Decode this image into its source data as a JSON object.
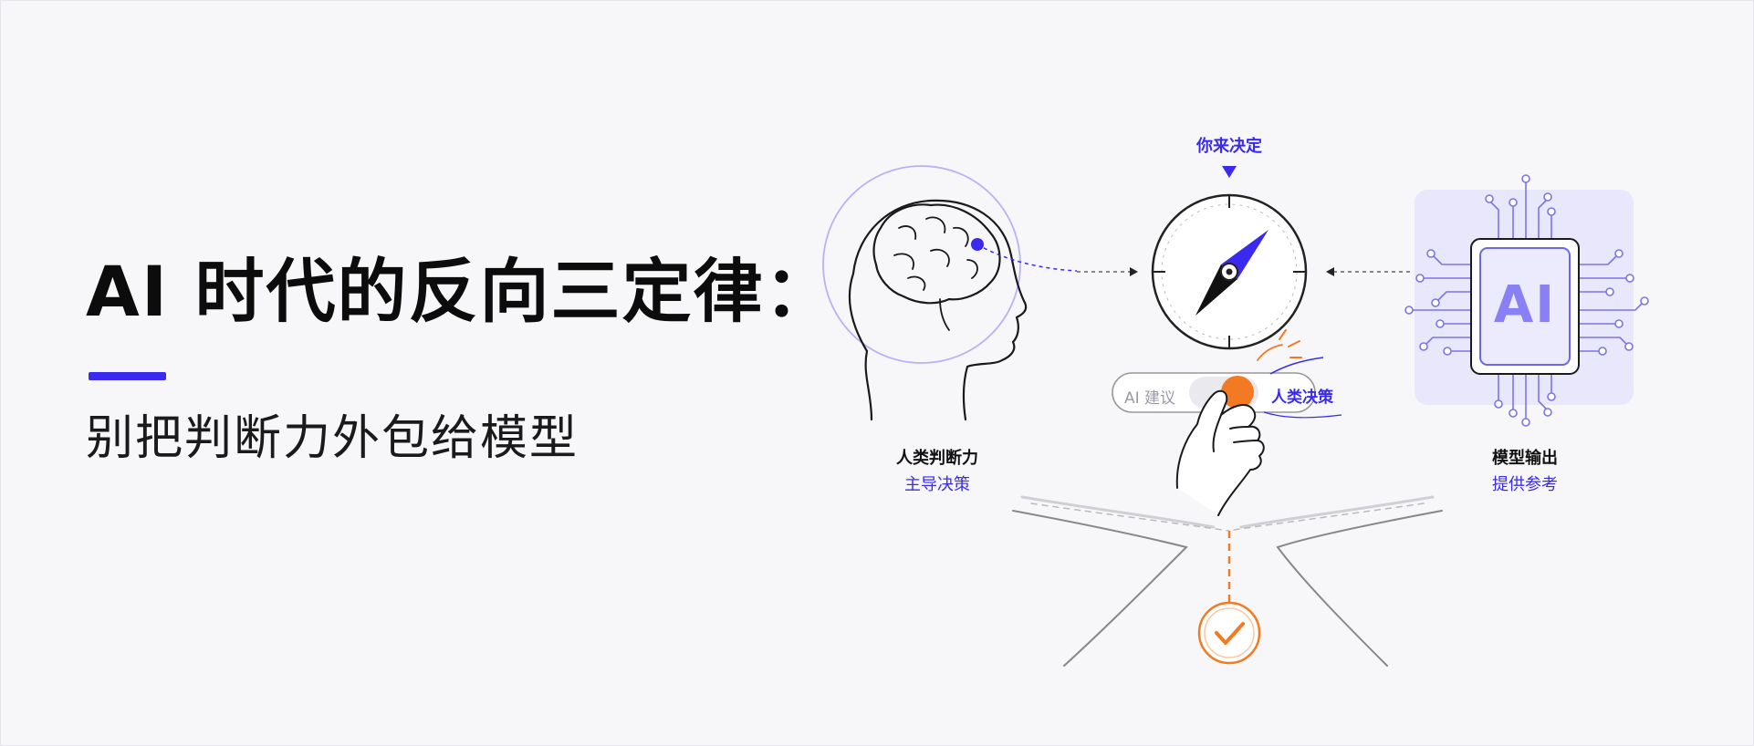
{
  "headline": {
    "title": "AI 时代的反向三定律：",
    "subtitle": "别把判断力外包给模型"
  },
  "diagram": {
    "decide_label": "你来决定",
    "human": {
      "title": "人类判断力",
      "subtitle": "主导决策"
    },
    "model": {
      "title": "模型输出",
      "subtitle": "提供参考",
      "chip_text": "AI"
    },
    "toggle": {
      "left_text": "AI 建议",
      "right_text": "人类决策"
    }
  },
  "colors": {
    "accent_blue": "#3a2af0",
    "accent_orange": "#f37a22",
    "chip_bg": "#e9e7fb",
    "text_dark": "#111111"
  }
}
